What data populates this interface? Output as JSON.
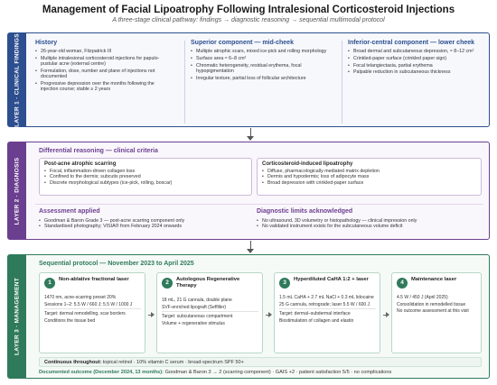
{
  "title": "Management of Facial Lipoatrophy Following Intralesional Corticosteroid Injections",
  "subtitle": "A three-stage clinical pathway: findings → diagnostic reasoning → sequential multimodal protocol",
  "layer1": {
    "label": "LAYER 1 · CLINICAL FINDINGS",
    "history": {
      "heading": "History",
      "items": [
        "26-year-old woman, Fitzpatrick III",
        "Multiple intralesional corticosteroid injections for papulo-pustular acne (external centre)",
        "Formulation, dose, number and plane of injections not documented",
        "Progressive depression over the months following the injection course; stable ≥ 2 years"
      ]
    },
    "superior": {
      "heading": "Superior component — mid-cheek",
      "items": [
        "Multiple atrophic scars, mixed ice-pick and rolling morphology",
        "Surface area ≈ 6–8 cm²",
        "Chromatic heterogeneity, residual erythema, focal hypopigmentation",
        "Irregular texture, partial loss of follicular architecture"
      ]
    },
    "inferior": {
      "heading": "Inferior-central component — lower cheek",
      "items": [
        "Broad dermal and subcutaneous depression, ≈ 8–12 cm²",
        "Crinkled-paper surface (crinkled paper sign)",
        "Focal telangiectasia, partial erythema",
        "Palpable reduction in subcutaneous thickness"
      ]
    }
  },
  "layer2": {
    "label": "LAYER 2 · DIAGNOSIS",
    "differential_heading": "Differential reasoning — clinical criteria",
    "post_acne": {
      "title": "Post-acne atrophic scarring",
      "items": [
        "Focal, inflammation-driven collagen loss",
        "Confined to the dermis; subcutis preserved",
        "Discrete morphological subtypes (ice-pick, rolling, boxcar)"
      ]
    },
    "corticosteroid": {
      "title": "Corticosteroid-induced lipoatrophy",
      "items": [
        "Diffuse, pharmacologically mediated matrix depletion",
        "Dermis and hypodermis; loss of adipocyte mass",
        "Broad depression with crinkled-paper surface"
      ]
    },
    "assessment": {
      "heading": "Assessment applied",
      "items": [
        "Goodman & Baron Grade 3 — post-acne scarring component only",
        "Standardised photography; VISIA® from February 2024 onwards"
      ]
    },
    "limits": {
      "heading": "Diagnostic limits acknowledged",
      "items": [
        "No ultrasound, 3D volumetry or histopathology — clinical impression only",
        "No validated instrument exists for the subcutaneous volume deficit"
      ]
    }
  },
  "layer3": {
    "label": "LAYER 3 · MANAGEMENT",
    "protocol_title": "Sequential protocol — November 2023 to April 2025",
    "steps": [
      {
        "num": "1",
        "title": "Non-ablative fractional laser",
        "lines": [
          "1470 nm, acne-scarring preset 20%",
          "Sessions 1–2: 5.5 W / 660 J; 5.5 W / 1000 J",
          "Target: dermal remodelling, scar borders",
          "Conditions the tissue bed"
        ]
      },
      {
        "num": "2",
        "title": "Autologous Regenerative Therapy",
        "lines": [
          "18 mL, 21 G cannula, double plane",
          "SVF-enriched lipograft (Seffiller)",
          "Target: subcutaneous compartment",
          "Volume + regenerative stimulus"
        ]
      },
      {
        "num": "3",
        "title": "Hyperdiluted CaHA 1:2 + laser",
        "lines": [
          "1.5 mL CaHA + 2.7 mL NaCl + 0.3 mL lidocaine",
          "25 G cannula, retrograde; laser 5.5 W / 600 J",
          "Target: dermal–subdermal interface",
          "Biostimulation of collagen and elastin"
        ]
      },
      {
        "num": "4",
        "title": "Maintenance laser",
        "lines": [
          "4.5 W / 450 J (April 2025)",
          "Consolidation in remodelled tissue",
          "No outcome assessment at this visit"
        ]
      }
    ],
    "continuous_label": "Continuous throughout:",
    "continuous_text": "topical retinol · 10% vitamin C serum · broad-spectrum SPF 50+",
    "outcome_label": "Documented outcome (December 2024, 13 months):",
    "outcome_text": "Goodman & Baron 3 → 2 (scarring component) · GAIS +2 · patient satisfaction 5/5 · no complications"
  },
  "colors": {
    "layer1": "#2d4f8f",
    "layer2": "#6b3f8f",
    "layer3": "#2f7a5b"
  }
}
